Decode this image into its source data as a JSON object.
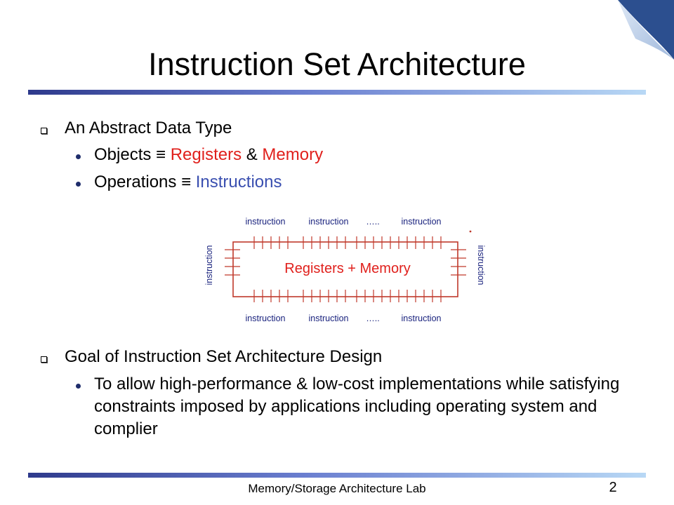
{
  "title": "Instruction Set Architecture",
  "section1": {
    "heading": "An Abstract Data Type",
    "item1": {
      "prefix": "Objects ≡ ",
      "term1": "Registers",
      "connector": " & ",
      "term2": "Memory"
    },
    "item2": {
      "prefix": "Operations ≡ ",
      "term": "Instructions"
    }
  },
  "diagram": {
    "center_label": "Registers + Memory",
    "top_labels": [
      "instruction",
      "instruction",
      "…..",
      "instruction"
    ],
    "bottom_labels": [
      "instruction",
      "instruction",
      "…..",
      "instruction"
    ],
    "left_label": "instruction",
    "right_label": "instruction",
    "colors": {
      "box": "#c0392b",
      "text": "#e0201c"
    }
  },
  "section2": {
    "heading": "Goal of Instruction Set Architecture Design",
    "item1": "To allow high-performance & low-cost implementations while satisfying constraints imposed by applications including operating system and complier"
  },
  "footer": {
    "lab": "Memory/Storage Architecture Lab",
    "page_number": "2"
  },
  "colors": {
    "accent_dark": "#2e3a8c",
    "accent_light": "#b8d8f5",
    "red": "#e0201c",
    "blue": "#3a4fb0"
  }
}
